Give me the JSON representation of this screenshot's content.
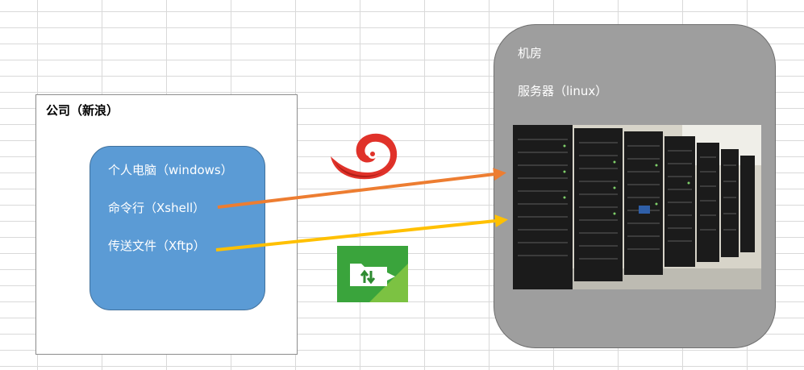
{
  "company": {
    "title": "公司（新浪）"
  },
  "pc": {
    "label": "个人电脑（windows）",
    "cli": "命令行（Xshell）",
    "transfer": "传送文件（Xftp）"
  },
  "server_room": {
    "title": "机房",
    "server": "服务器（linux）"
  },
  "icons": [
    "xshell-logo",
    "xftp-logo",
    "server-racks-photo"
  ],
  "colors": {
    "pc_fill": "#5b9bd5",
    "room_fill": "#9e9e9e",
    "arrow_xshell": "#ed7d31",
    "arrow_xftp": "#ffc000"
  }
}
